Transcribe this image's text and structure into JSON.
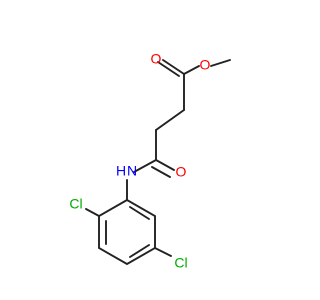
{
  "molecule": {
    "atoms": {
      "methoxy_o": {
        "label": "O",
        "color": "#ff0000"
      },
      "ester_carbonyl_o": {
        "label": "O",
        "color": "#ff0000"
      },
      "amide_carbonyl_o": {
        "label": "O",
        "color": "#ff0000"
      },
      "amide_nh": {
        "label": "H",
        "color": "#0000ff"
      },
      "amide_n": {
        "label": "N",
        "color": "#0000ff"
      },
      "cl_ortho": {
        "label": "Cl",
        "color": "#00aa00"
      },
      "cl_meta": {
        "label": "Cl",
        "color": "#00aa00"
      }
    }
  }
}
